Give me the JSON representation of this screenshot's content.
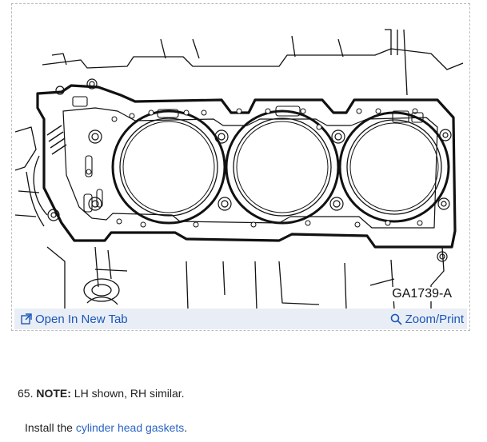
{
  "figure": {
    "caption": "GA1739-A",
    "subject": "cylinder head gasket on engine block (LH)"
  },
  "toolbar": {
    "open_label": "Open In New Tab",
    "open_icon": "open-new-tab-icon",
    "zoom_label": "Zoom/Print",
    "zoom_icon": "magnifier-icon",
    "link_color": "#1a55b8",
    "background": "#e9eef6"
  },
  "step": {
    "number": "65.",
    "note_label": "NOTE:",
    "note_text": " LH shown, RH similar."
  },
  "instruction": {
    "prefix": "Install the ",
    "link_text": "cylinder head gaskets",
    "suffix": "."
  }
}
